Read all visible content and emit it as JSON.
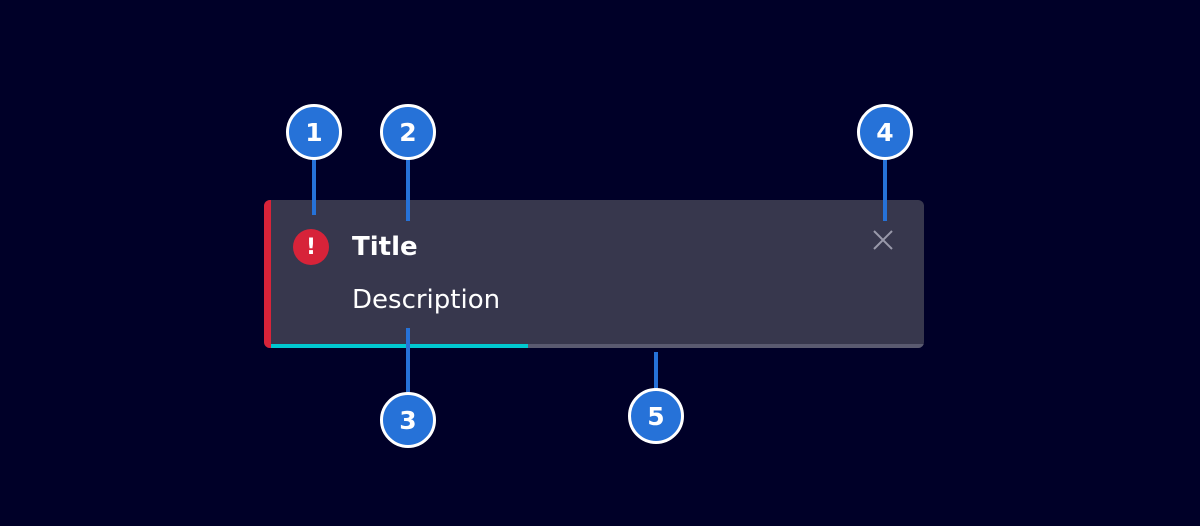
{
  "colors": {
    "background": "#000028",
    "card": "#37374d",
    "danger": "#d72339",
    "progress_fill": "#00c8d0",
    "progress_track": "#5a5a70",
    "marker": "#2672d8",
    "close_icon": "#9999aa"
  },
  "toast": {
    "status_icon": "exclamation-icon",
    "status_glyph": "!",
    "title": "Title",
    "description": "Description",
    "close_icon": "close-icon",
    "progress_percent": 40
  },
  "markers": [
    {
      "number": "1",
      "target": "status-icon"
    },
    {
      "number": "2",
      "target": "title"
    },
    {
      "number": "3",
      "target": "description"
    },
    {
      "number": "4",
      "target": "close-button"
    },
    {
      "number": "5",
      "target": "progress-bar"
    }
  ]
}
